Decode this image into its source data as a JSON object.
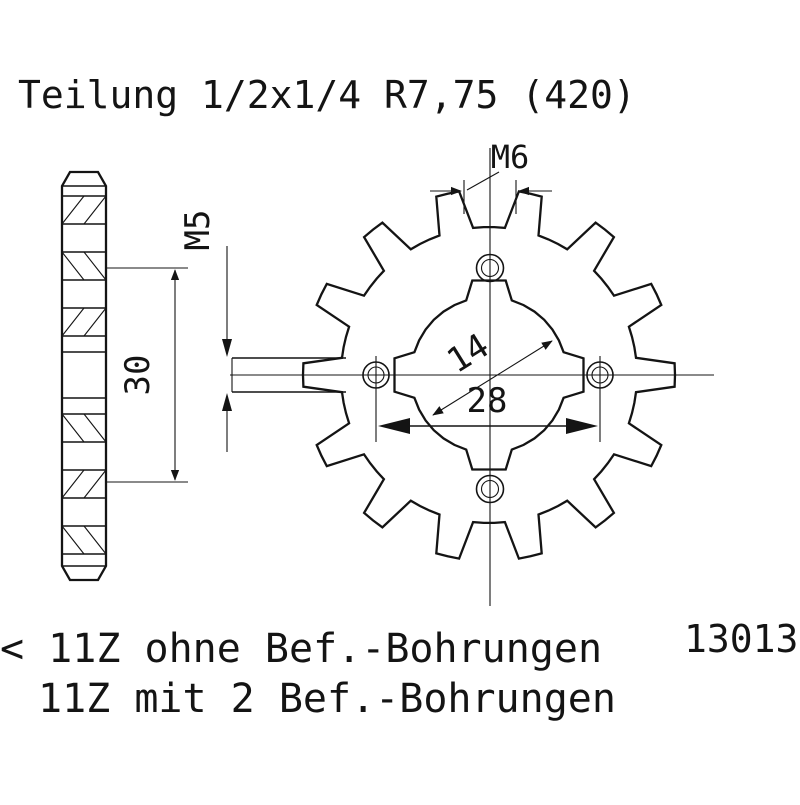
{
  "title": "Teilung 1/2x1/4 R7,75 (420)",
  "labels": {
    "m6": "M6",
    "m5": "M5",
    "dim30": "30",
    "dim14": "14",
    "dim28": "28"
  },
  "footer": {
    "line1": "< 11Z ohne Bef.-Bohrungen",
    "line2": "11Z mit 2 Bef.-Bohrungen",
    "part_number": "13013"
  },
  "drawing": {
    "type": "sprocket-technical-drawing",
    "teeth_shown": 14
  },
  "colors": {
    "line": "#141414",
    "background": "#ffffff"
  }
}
